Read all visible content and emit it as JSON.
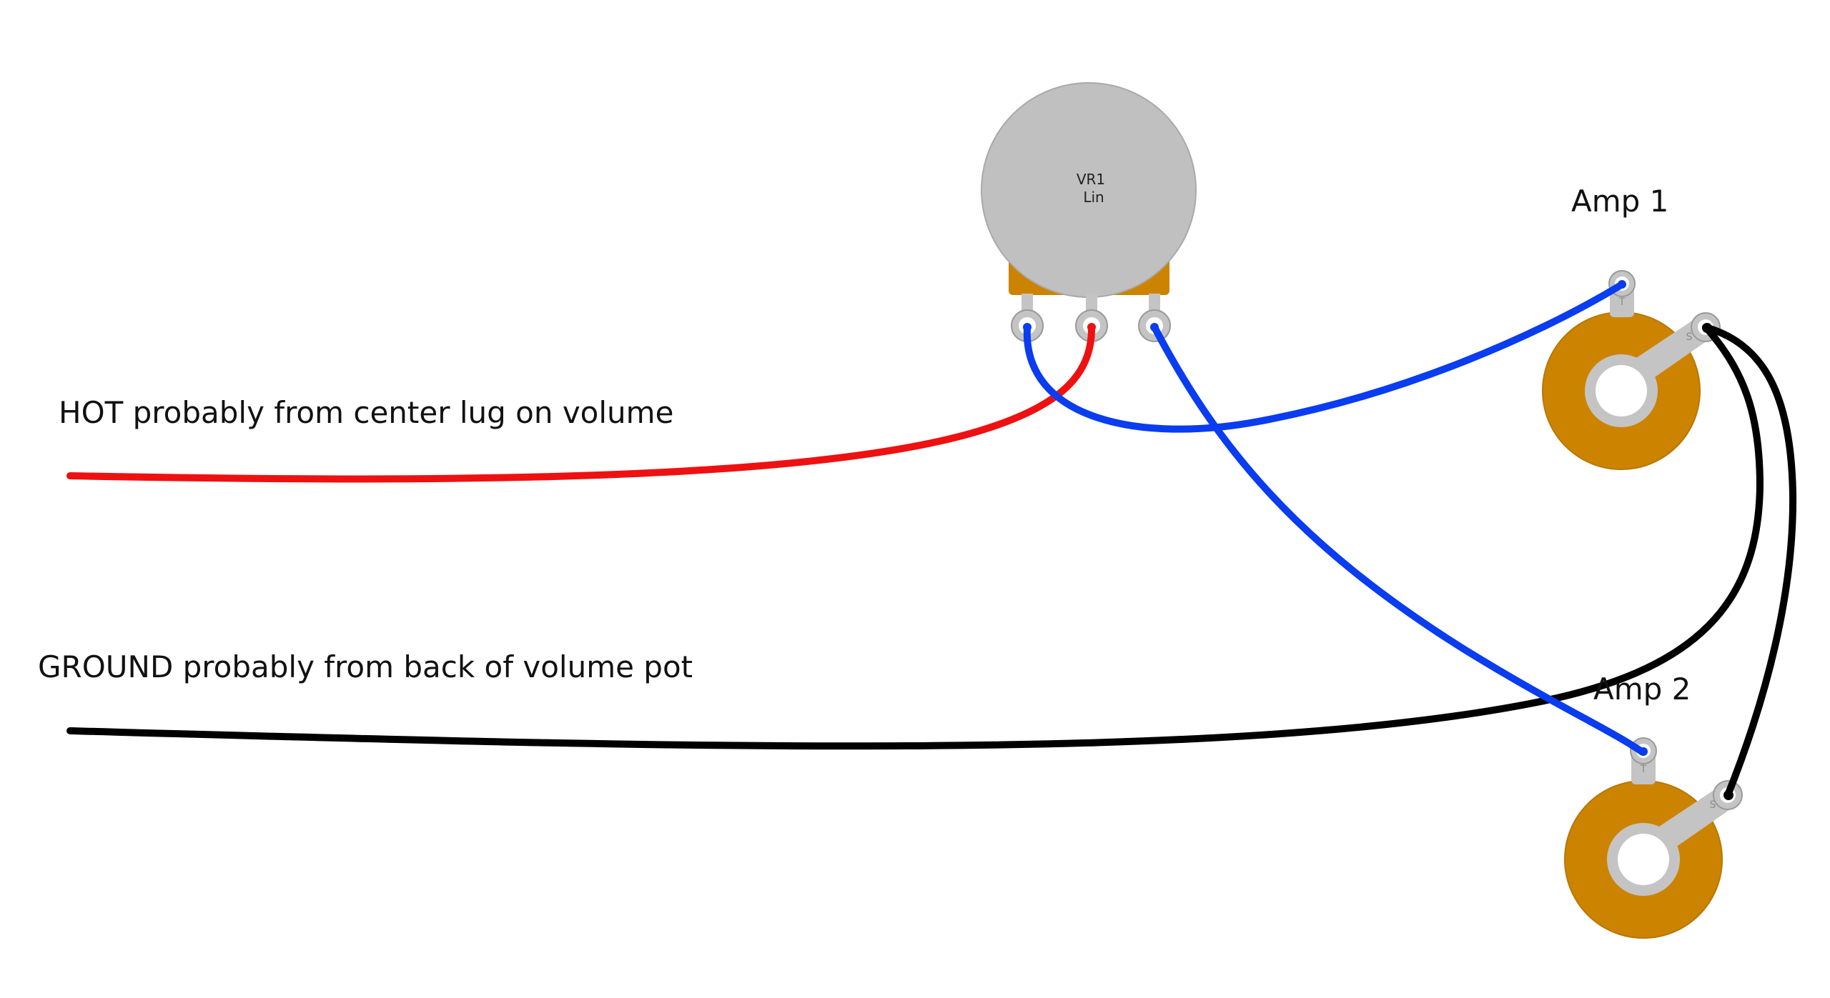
{
  "labels": {
    "hot": "HOT probably from center lug on volume",
    "ground": "GROUND probably from back of volume pot",
    "amp1": "Amp 1",
    "amp2": "Amp 2"
  },
  "pot": {
    "name": "VR1",
    "taper": "Lin"
  },
  "jack_lugs": {
    "tip": "T",
    "sleeve": "S"
  },
  "colors": {
    "hot_wire": "#ee1111",
    "ground_wire": "#000000",
    "signal_wire": "#0a3cf0",
    "pot_body": "#c0c0c0",
    "pot_bracket": "#cc8400",
    "jack_body": "#cc8400",
    "lug_metal": "#c4c4c4"
  }
}
